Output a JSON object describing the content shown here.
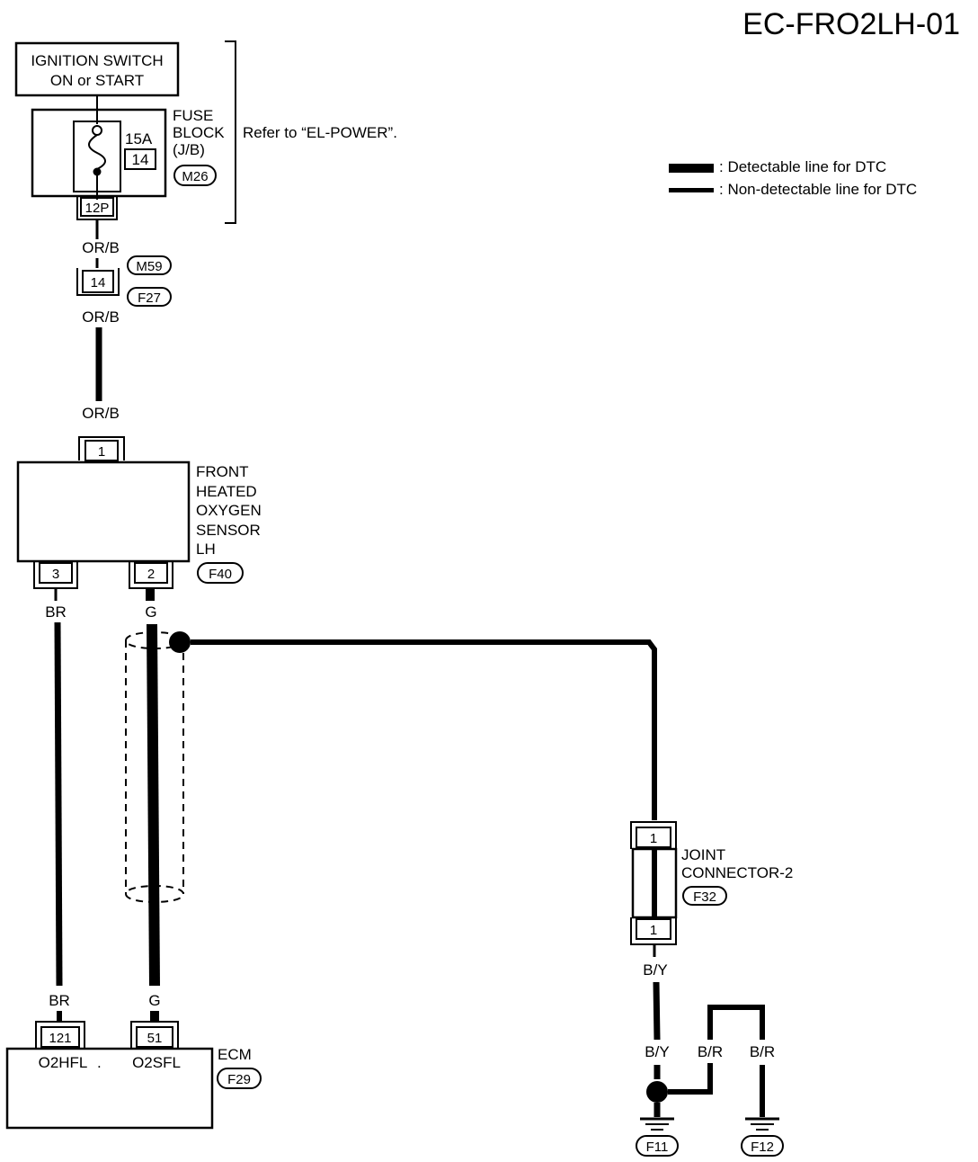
{
  "title": "EC-FRO2LH-01",
  "legend": {
    "detectable": ": Detectable line for DTC",
    "non_detectable": ": Non-detectable line for DTC"
  },
  "ignition": {
    "line1": "IGNITION SWITCH",
    "line2": "ON or START"
  },
  "fuse_block": {
    "label1": "FUSE",
    "label2": "BLOCK",
    "label3": "(J/B)",
    "amp": "15A",
    "fuse_no": "14",
    "code": "M26",
    "connector": "12P",
    "refer": "Refer to “EL-POWER”."
  },
  "wires": {
    "orb_top": "OR/B",
    "orb_mid": "OR/B",
    "orb_low": "OR/B",
    "br_top": "BR",
    "g_top": "G",
    "br_bottom": "BR",
    "g_bottom": "G",
    "by_top": "B/Y",
    "by_bottom": "B/Y",
    "br_ground1": "B/R",
    "br_ground2": "B/R"
  },
  "inline_connector": {
    "pin": "14",
    "code_top": "M59",
    "code_bottom": "F27"
  },
  "sensor": {
    "line1": "FRONT",
    "line2": "HEATED",
    "line3": "OXYGEN",
    "line4": "SENSOR",
    "line5": "LH",
    "pin_top": "1",
    "pin_left": "3",
    "pin_right": "2",
    "code": "F40"
  },
  "joint": {
    "line1": "JOINT",
    "line2": "CONNECTOR-2",
    "pin_top": "1",
    "pin_bottom": "1",
    "code": "F32"
  },
  "ecm": {
    "label": "ECM",
    "pin1": "121",
    "pin2": "51",
    "term1": "O2HFL",
    "term1_mark": ".",
    "term2": "O2SFL",
    "code": "F29"
  },
  "grounds": {
    "g1": "F11",
    "g2": "F12"
  }
}
